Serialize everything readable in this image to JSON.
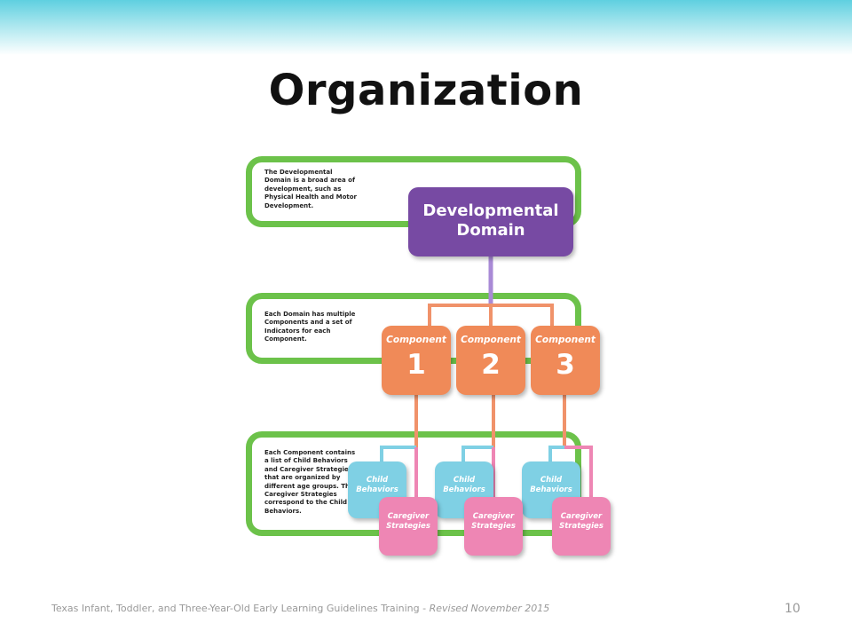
{
  "slide": {
    "title": "Organization",
    "footer": "Texas Infant, Toddler, and Three-Year-Old Early Learning Guidelines Training - ",
    "footer_revised": "Revised November 2015",
    "page_number": "10"
  },
  "diagram": {
    "notes": [
      "The Developmental Domain is a broad area of development, such as Physical Health and Motor Development.",
      "Each Domain has multiple Components and a set of Indicators for each Component.",
      "Each Component contains a list of Child Behaviors and Caregiver Strategies that are organized by different age groups. The Caregiver Strategies correspond to the Child Behaviors."
    ],
    "domain": {
      "line1": "Developmental",
      "line2": "Domain"
    },
    "components": [
      {
        "label": "Component",
        "number": "1"
      },
      {
        "label": "Component",
        "number": "2"
      },
      {
        "label": "Component",
        "number": "3"
      }
    ],
    "child_behaviors": {
      "line1": "Child",
      "line2": "Behaviors"
    },
    "caregiver_strategies": {
      "line1": "Caregiver",
      "line2": "Strategies"
    }
  },
  "colors": {
    "band_top": "#5fd0e0",
    "note_border": "#6cc24a",
    "domain": "#774aa3",
    "component": "#f08a58",
    "child_behaviors": "#7fd0e4",
    "caregiver_strategies": "#ee86b4",
    "connector_purple": "#a98ad6",
    "connector_orange": "#f0926a",
    "connector_blue": "#7fd0e4",
    "connector_pink": "#ee86b4"
  }
}
